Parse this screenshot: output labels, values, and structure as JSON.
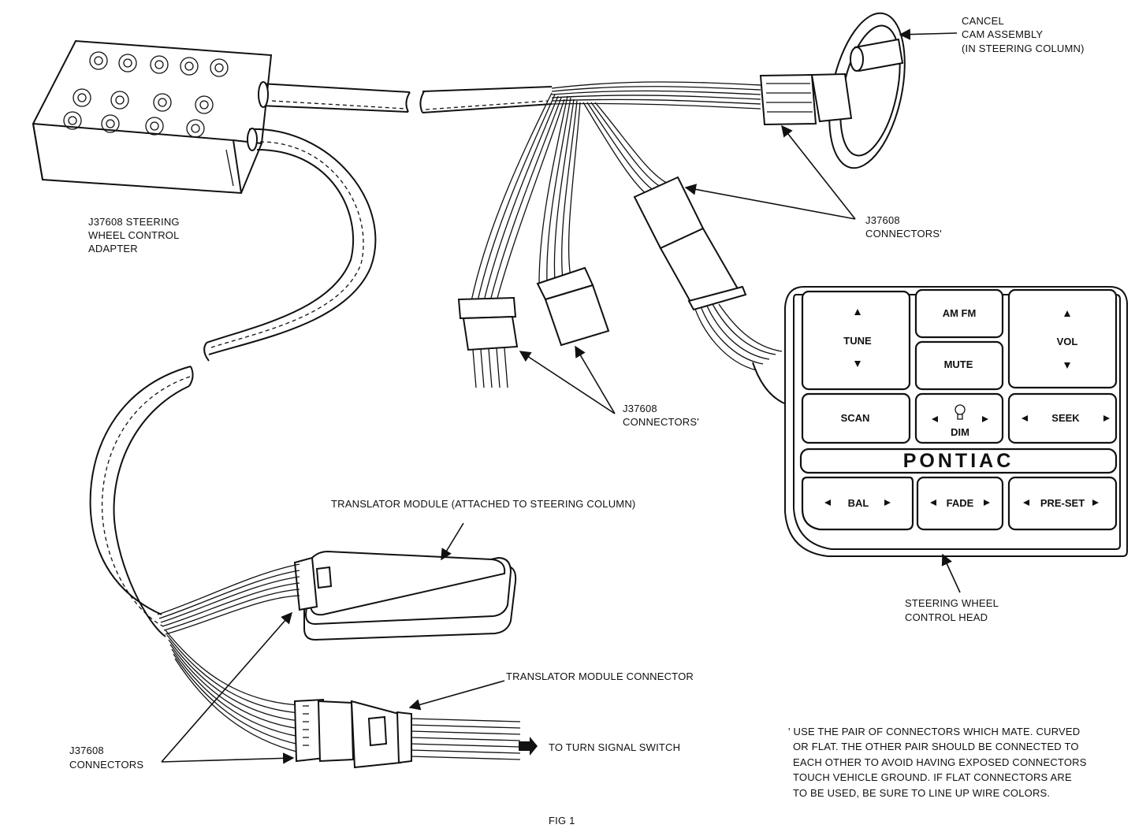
{
  "labels": {
    "cancel_cam_1": "CANCEL",
    "cancel_cam_2": "CAM ASSEMBLY",
    "cancel_cam_3": "(IN STEERING COLUMN)",
    "adapter_1": "J37608 STEERING",
    "adapter_2": "WHEEL CONTROL",
    "adapter_3": "ADAPTER",
    "conn_upper_1": "J37608",
    "conn_upper_2": "CONNECTORS'",
    "conn_mid_1": "J37608",
    "conn_mid_2": "CONNECTORS'",
    "conn_lower_1": "J37608",
    "conn_lower_2": "CONNECTORS",
    "translator_module": "TRANSLATOR MODULE (ATTACHED TO STEERING COLUMN)",
    "translator_connector": "TRANSLATOR MODULE CONNECTOR",
    "turn_signal": "TO TURN SIGNAL SWITCH",
    "control_head_1": "STEERING WHEEL",
    "control_head_2": "CONTROL HEAD",
    "figure": "FIG 1"
  },
  "footnote": [
    "' USE THE PAIR OF CONNECTORS WHICH MATE. CURVED",
    "OR FLAT. THE OTHER PAIR SHOULD BE CONNECTED TO",
    "EACH OTHER TO AVOID HAVING EXPOSED CONNECTORS",
    "TOUCH VEHICLE GROUND. IF FLAT CONNECTORS ARE",
    "TO BE USED, BE SURE TO LINE UP WIRE COLORS."
  ],
  "control_head": {
    "brand": "PONTIAC",
    "buttons": {
      "tune": "TUNE",
      "am_fm": "AM FM",
      "vol": "VOL",
      "mute": "MUTE",
      "scan": "SCAN",
      "dim": "DIM",
      "seek": "SEEK",
      "bal": "BAL",
      "fade": "FADE",
      "preset": "PRE-SET"
    }
  }
}
